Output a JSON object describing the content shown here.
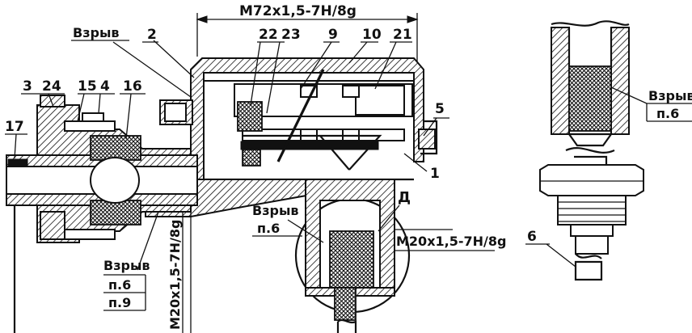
{
  "drawing": {
    "dimensions": {
      "top_thread": "M72x1,5-7H/8g",
      "right_thread": "M20x1,5-7H/8g",
      "left_thread": "M20x1,5-7H/8g"
    },
    "detail_mark": "Д",
    "callouts": {
      "vzryv_word": "Взрыв",
      "p6": "п.6",
      "p9": "п.9"
    },
    "part_numbers": [
      "2",
      "22",
      "23",
      "9",
      "10",
      "21",
      "3",
      "24",
      "15",
      "4",
      "16",
      "5",
      "17",
      "1",
      "6"
    ]
  }
}
